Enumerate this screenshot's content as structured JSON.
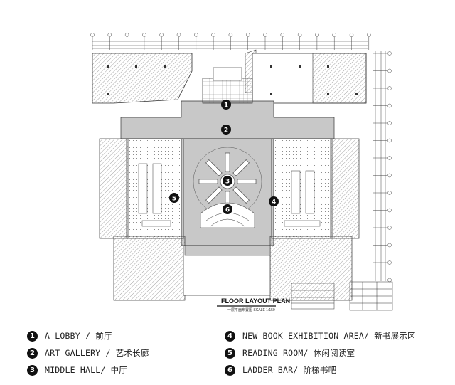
{
  "plan": {
    "title": "FLOOR LAYOUT PLAN",
    "subtitle": "一层平面布置图 SCALE 1:150"
  },
  "markers": [
    {
      "num": "1",
      "label": "A LOBBY / 前厅"
    },
    {
      "num": "2",
      "label": "ART GALLERY / 艺术长廊"
    },
    {
      "num": "3",
      "label": "MIDDLE HALL/ 中厅"
    },
    {
      "num": "4",
      "label": "NEW BOOK EXHIBITION AREA/ 新书展示区"
    },
    {
      "num": "5",
      "label": "READING ROOM/ 休闲阅读室"
    },
    {
      "num": "6",
      "label": "LADDER BAR/ 阶梯书吧"
    }
  ],
  "colors": {
    "line": "#333333",
    "hatch": "#9a9a9a",
    "floor_gray": "#c8c8c8",
    "marker": "#111111"
  }
}
